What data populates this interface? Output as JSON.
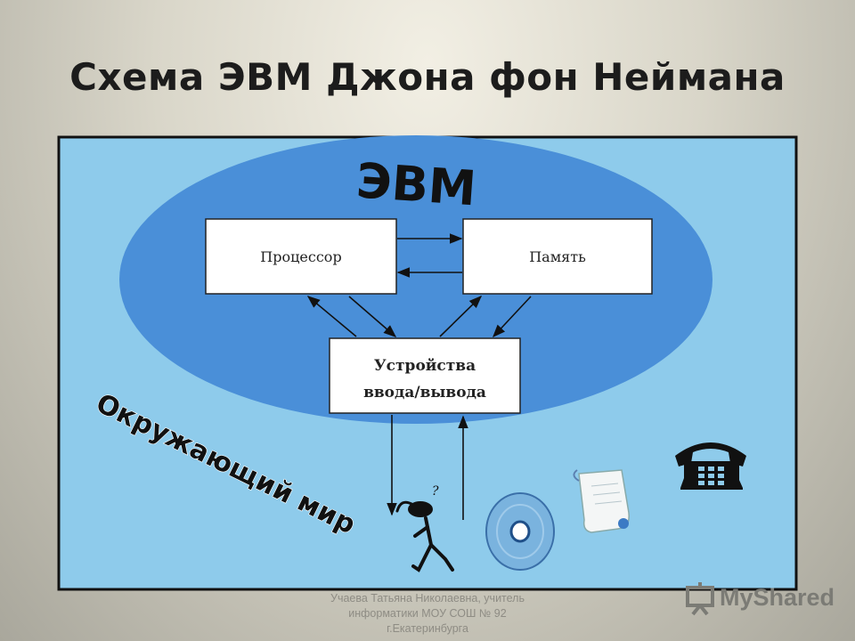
{
  "title": "Схема ЭВМ Джона фон Неймана",
  "diagram": {
    "computer_label": "ЭВМ",
    "processor": "Процессор",
    "memory": "Память",
    "io_line1": "Устройства",
    "io_line2": "ввода/вывода",
    "world_label": "Окружающий мир:",
    "thinking_mark": "?"
  },
  "colors": {
    "panel": "#8ecbeb",
    "ellipse": "#4a8fd8",
    "box": "#ffffff"
  },
  "icons": [
    "phone-icon",
    "person-icon",
    "disc-icon",
    "scroll-icon"
  ],
  "footer": {
    "line1": "Учаева Татьяна Николаевна, учитель",
    "line2": "информатики МОУ СОШ № 92",
    "line3": "г.Екатеринбурга"
  },
  "watermark": "MyShared"
}
